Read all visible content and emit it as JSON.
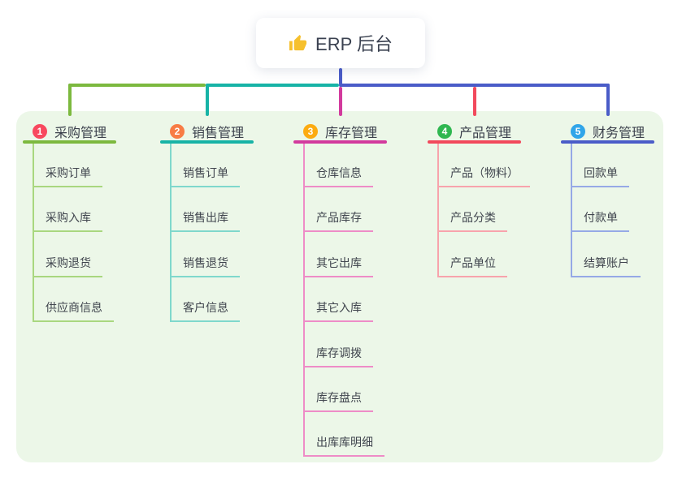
{
  "root": {
    "icon": "thumbs-up",
    "icon_color": "#f6c02d",
    "title": "ERP 后台"
  },
  "panel_color": "#ecf7e8",
  "branches": [
    {
      "num": "1",
      "title": "采购管理",
      "colors": {
        "badge": "#f8485e",
        "main": "#7cb93e",
        "light": "#a9d77f"
      },
      "children": [
        "采购订单",
        "采购入库",
        "采购退货",
        "供应商信息"
      ]
    },
    {
      "num": "2",
      "title": "销售管理",
      "colors": {
        "badge": "#f87c45",
        "main": "#17b3a6",
        "light": "#7fd8cc"
      },
      "children": [
        "销售订单",
        "销售出库",
        "销售退货",
        "客户信息"
      ]
    },
    {
      "num": "3",
      "title": "库存管理",
      "colors": {
        "badge": "#fcab11",
        "main": "#d23a9d",
        "light": "#ee8cc7"
      },
      "children": [
        "仓库信息",
        "产品库存",
        "其它出库",
        "其它入库",
        "库存调拨",
        "库存盘点",
        "出库库明细"
      ]
    },
    {
      "num": "4",
      "title": "产品管理",
      "colors": {
        "badge": "#2fb750",
        "main": "#f2495c",
        "light": "#f8a3ac"
      },
      "children": [
        "产品（物料）",
        "产品分类",
        "产品单位"
      ]
    },
    {
      "num": "5",
      "title": "财务管理",
      "colors": {
        "badge": "#30a5e9",
        "main": "#4a5cc8",
        "light": "#96a9e6"
      },
      "children": [
        "回款单",
        "付款单",
        "结算账户"
      ]
    }
  ]
}
